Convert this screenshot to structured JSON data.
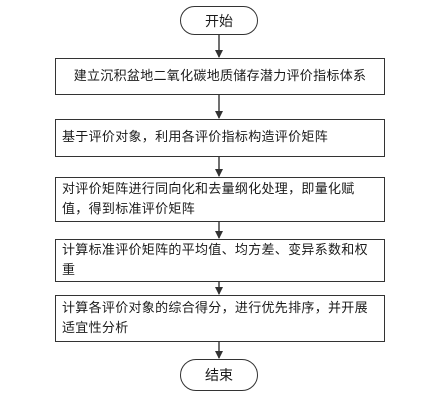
{
  "flowchart": {
    "start": "开始",
    "steps": [
      "建立沉积盆地二氧化碳地质储存潜力评价指标体系",
      "基于评价对象，利用各评价指标构造评价矩阵",
      "对评价矩阵进行同向化和去量纲化处理，即量化赋值，得到标准评价矩阵",
      "计算标准评价矩阵的平均值、均方差、变异系数和权重",
      "计算各评价对象的综合得分，进行优先排序，并开展适宜性分析"
    ],
    "end": "结束"
  }
}
